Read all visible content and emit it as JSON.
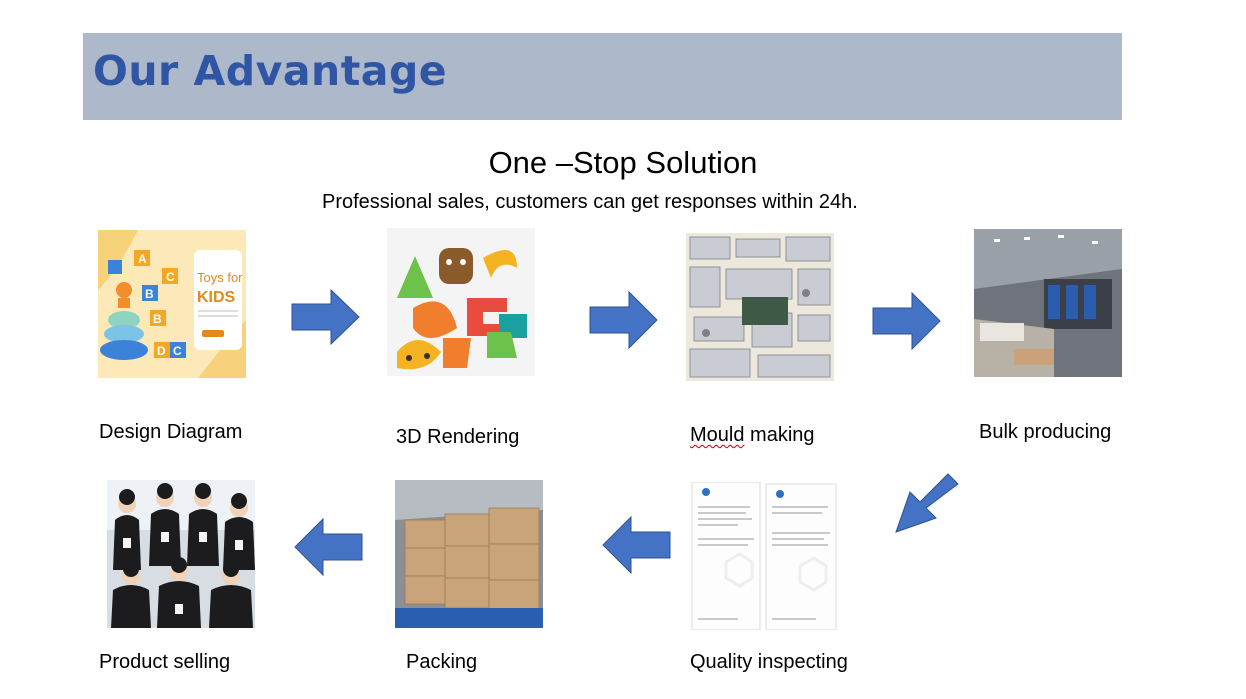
{
  "header": {
    "title": "Our Advantage"
  },
  "main": {
    "subtitle": "One –Stop Solution",
    "tagline": "Professional sales, customers can get responses within 24h."
  },
  "steps": [
    {
      "label": "Design Diagram",
      "poster_title": "Toys for",
      "poster_title2": "KIDS"
    },
    {
      "label": "3D Rendering"
    },
    {
      "label": "Mould",
      "label_rest": " making"
    },
    {
      "label": "Bulk producing"
    },
    {
      "label": "Quality inspecting"
    },
    {
      "label": "Packing"
    },
    {
      "label": "Product selling"
    }
  ],
  "colors": {
    "banner_bg": "#adb9ca",
    "title": "#2f55a4",
    "arrow": "#4472c4"
  }
}
